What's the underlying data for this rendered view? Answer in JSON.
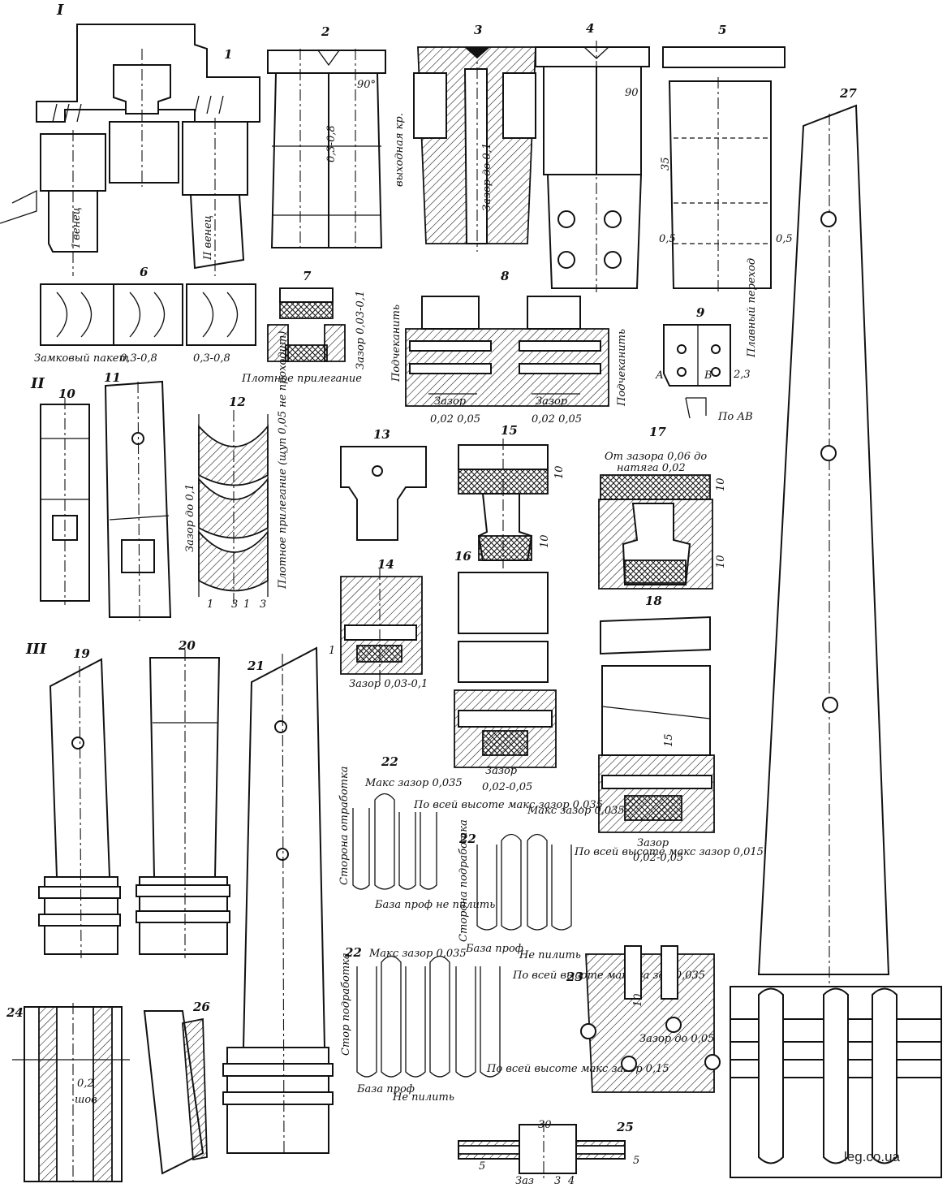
{
  "sections": {
    "s1": "I",
    "s2": "II",
    "s3": "III"
  },
  "figures": {
    "f1": "1",
    "f2": "2",
    "f3": "3",
    "f4": "4",
    "f5": "5",
    "f6": "6",
    "f7": "7",
    "f8": "8",
    "f9": "9",
    "f10": "10",
    "f11": "11",
    "f12": "12",
    "f13": "13",
    "f14": "14",
    "f15": "15",
    "f16": "16",
    "f17": "17",
    "f18": "18",
    "f19": "19",
    "f20": "20",
    "f21": "21",
    "f22": "22",
    "f23": "23",
    "f24": "24",
    "f25": "25",
    "f26": "26",
    "f27": "27"
  },
  "labels": {
    "venets1": "I венец",
    "venets2": "II венец",
    "vykhodnaya": "выходная кр.",
    "angle90a": "90°",
    "angle90b": "90",
    "gap003_008": "0,3-0,8",
    "zazor_01": "Зазор до 0,1",
    "dim03_08": "0,3-0,8",
    "dim05a": "0,5",
    "dim05b": "0,5",
    "dim35": "35",
    "lock_pack": "Замковый пакет",
    "dim_03_08_a": "0,3-0,8",
    "dim_03_08_b": "0,3-0,8",
    "zazor_003_01": "Зазор 0,03-0,1",
    "tight_fit": "Плотное прилегание",
    "podcheknuto_l": "Подчеканить",
    "podcheknuto_r": "Подчеканить",
    "zazor8_l": "Зазор",
    "zazor8_l_val": "0,02 0,05",
    "zazor8_r": "Зазор",
    "zazor8_r_val": "0,02 0,05",
    "plavny": "Плавный переход",
    "dim23": "2,3",
    "pointA": "А",
    "pointB": "В",
    "po_ab": "По АВ",
    "zazor12": "Зазор до 0,1",
    "plotnoe12": "Плотное прилегание (щуп 0,05 не проходит)",
    "n1a": "1",
    "n3": "3",
    "n1b": "1",
    "n3b": "3",
    "d10a": "10",
    "d10b": "10",
    "zazor14": "Зазор 0,03-0,1",
    "n1c": "1",
    "zazor16": "Зазор",
    "zazor16_val": "0,02-0,05",
    "otzazora": "От зазора 0,06 до",
    "natyaga": "натяга 0,02",
    "d10c": "10",
    "d10d": "10",
    "d15": "15",
    "zazor18": "Зазор",
    "zazor18_val": "0,02-0,05",
    "maks22": "Макс зазор 0,035",
    "povsei22": "По всей высоте макс зазор 0,035",
    "storona22": "Сторона отработка",
    "baza22": "База проф не пилить",
    "n22b": "22",
    "maks22b": "Макс зазор 0,035",
    "povsei22b": "По всей высоте макс зазор 0,015",
    "storona22b": "Сторона подработка",
    "baza22b": "База проф",
    "nepilit22b": "Не пилить",
    "n22c": "22",
    "maks22c": "Макс зазор 0,035",
    "povsei22c": "По всей высоте макс за зор 0,035",
    "povsei22c2": "По всей высоте макс зазор 0,15",
    "storona22c": "Стор подработка",
    "baza22c": "База проф",
    "nepilit22c": "Не пилить",
    "zazor23": "Зазор до 0,05",
    "d10e": "10",
    "d02": "0,2",
    "shov": "шов",
    "d30": "30",
    "d5a": "5",
    "d5b": "5",
    "zaz25": "Заз",
    "d3": "3",
    "d4": "4"
  },
  "watermark": "leg.co.ua"
}
